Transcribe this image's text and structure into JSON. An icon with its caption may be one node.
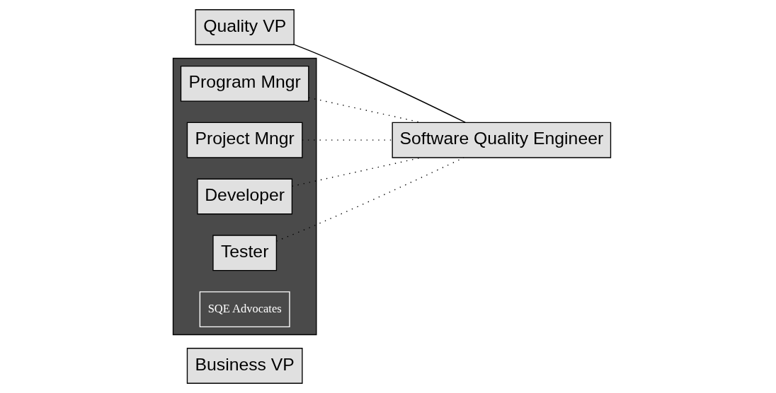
{
  "diagram": {
    "nodes": [
      {
        "text": [
          "Business VP"
        ]
      },
      {
        "text": [
          "Quality VP"
        ]
      },
      {
        "text": [],
        "shape": "box"
      },
      {
        "text": [
          "Program Mngr"
        ],
        "in": 2
      },
      {
        "text": [
          "Software Quality Engineer"
        ]
      },
      {
        "text": [
          "Project Mngr"
        ],
        "in": 2
      },
      {
        "text": [
          "Developer"
        ],
        "in": 2
      },
      {
        "text": [
          "Tester"
        ],
        "in": 2
      },
      {
        "text": [
          "SQE Advocates"
        ],
        "in": 2
      }
    ],
    "edges": [
      {
        "from": 1,
        "to": 4,
        "arrow": "none"
      },
      {
        "from": 3,
        "to": 4,
        "arrow": "none",
        "style": "dashed"
      },
      {
        "from": 5,
        "to": 4,
        "arrow": "none",
        "style": "dashed"
      },
      {
        "from": 6,
        "to": 4,
        "arrow": "none",
        "style": "dashed"
      },
      {
        "from": 7,
        "to": 4,
        "arrow": "none",
        "style": "dashed"
      }
    ]
  }
}
